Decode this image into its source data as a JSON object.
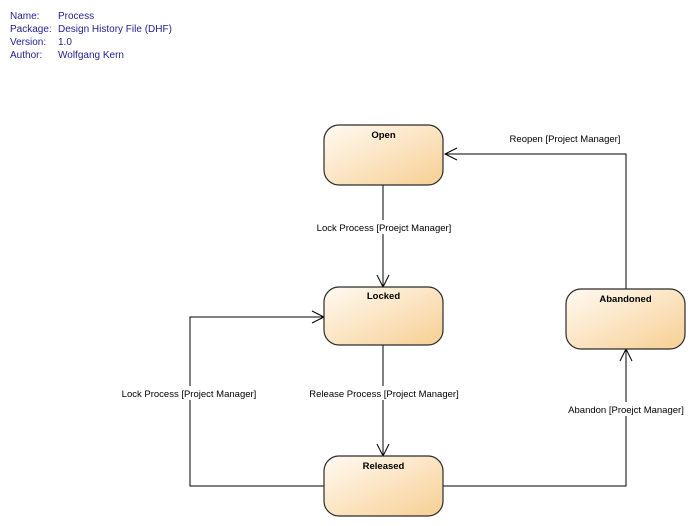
{
  "metadata": [
    {
      "key": "Name:",
      "value": "Process"
    },
    {
      "key": "Package:",
      "value": "Design History File (DHF)"
    },
    {
      "key": "Version:",
      "value": "1.0"
    },
    {
      "key": "Author:",
      "value": "Wolfgang Kern"
    }
  ],
  "states": {
    "open": "Open",
    "locked": "Locked",
    "released": "Released",
    "abandoned": "Abandoned"
  },
  "transitions": {
    "open_to_locked": "Lock Process [Proejct Manager]",
    "locked_to_released": "Release Process [Project Manager]",
    "released_to_locked": "Lock Process [Project Manager]",
    "released_to_abandoned": "Abandon [Proejct Manager]",
    "abandoned_to_open": "Reopen [Project Manager]"
  },
  "colors": {
    "state_fill_top": "#fffaf2",
    "state_fill_bottom": "#f7cf93",
    "metadata_text": "#1f1f8f"
  }
}
